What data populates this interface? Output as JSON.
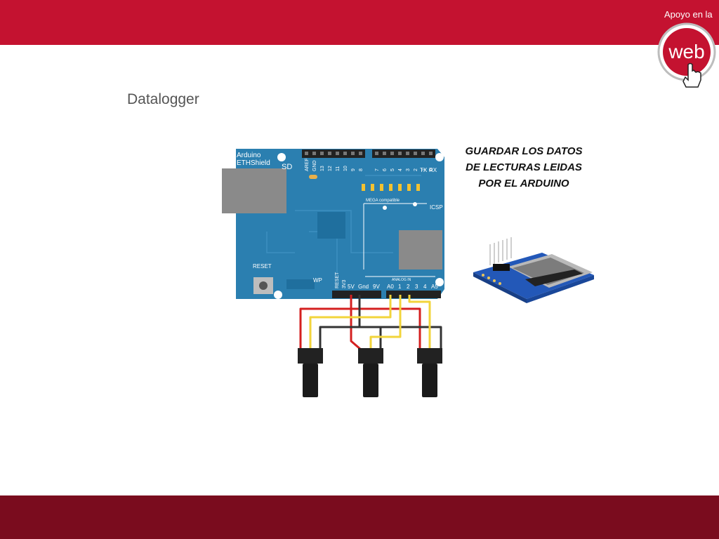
{
  "slide": {
    "logo_caption": "Apoyo en la",
    "logo_text": "web",
    "title": "Datalogger"
  },
  "caption": {
    "line1": "GUARDAR LOS DATOS",
    "line2": "DE LECTURAS LEIDAS",
    "line3": "POR EL ARDUINO"
  },
  "board": {
    "name_line1": "Arduino",
    "name_line2": "ETHShield",
    "sd_label": "SD",
    "reset_label": "RESET",
    "wp_label": "WP",
    "icsp_label": "ICSP",
    "mega_label": "MEGA compatible",
    "analog_in_label": "ANALOG IN",
    "top_pin_labels": [
      "AREF",
      "GND",
      "13",
      "12",
      "11",
      "10",
      "9",
      "8",
      "7",
      "6",
      "5",
      "4",
      "3",
      "2",
      "1",
      "0"
    ],
    "tx_label": "TX",
    "rx_label": "RX",
    "bottom_pin_labels": [
      "RESET",
      "3V3",
      "5V",
      "Gnd",
      "9V",
      "A0",
      "1",
      "2",
      "3",
      "4",
      "A5"
    ]
  },
  "colors": {
    "top_bar": "#c41230",
    "bottom_bar": "#7a0c1e",
    "board": "#2b7fb0",
    "wire_red": "#d42020",
    "wire_yellow": "#f2d43b",
    "wire_black": "#333333"
  }
}
